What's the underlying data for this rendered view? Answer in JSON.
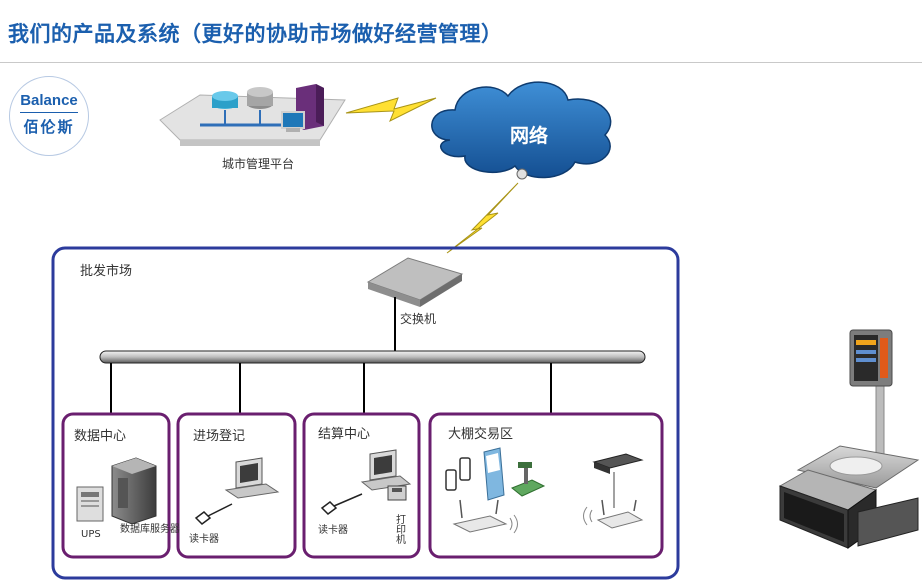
{
  "page": {
    "title": "我们的产品及系统（更好的协助市场做好经营管理）"
  },
  "logo": {
    "english": "Balance",
    "chinese": "佰伦斯"
  },
  "diagram": {
    "city_platform_label": "城市管理平台",
    "network_label": "网络",
    "market_label": "批发市场",
    "switch_label": "交换机",
    "zones": {
      "data_center": {
        "title": "数据中心",
        "ups_label": "UPS",
        "server_label": "数据库服务器"
      },
      "registration": {
        "title": "进场登记",
        "reader_label": "读卡器"
      },
      "settlement": {
        "title": "结算中心",
        "reader_label": "读卡器",
        "printer_label": "打印机"
      },
      "shed_trading": {
        "title": "大棚交易区"
      }
    }
  }
}
